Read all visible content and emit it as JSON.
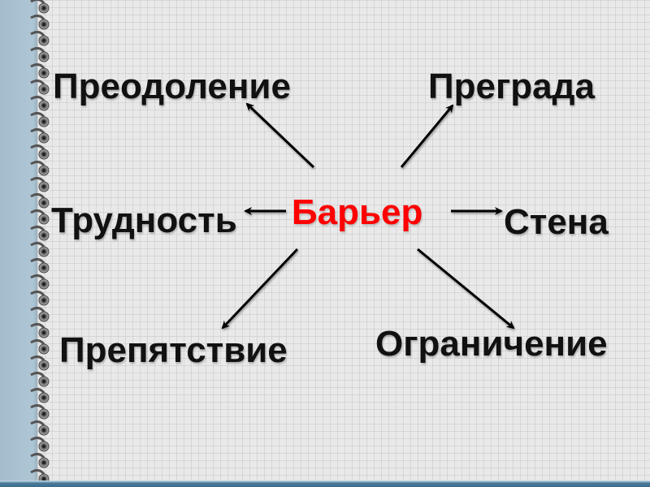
{
  "diagram": {
    "center": {
      "label": "Барьер",
      "color": "#ff0000"
    },
    "nodes": [
      {
        "id": "top-left",
        "label": "Преодоление"
      },
      {
        "id": "top-right",
        "label": "Преграда"
      },
      {
        "id": "left",
        "label": "Трудность"
      },
      {
        "id": "right",
        "label": "Стена"
      },
      {
        "id": "bottom-left",
        "label": "Препятствие"
      },
      {
        "id": "bottom-right",
        "label": "Ограничение"
      }
    ],
    "edges": [
      {
        "from": "center",
        "to": "top-left"
      },
      {
        "from": "center",
        "to": "top-right"
      },
      {
        "from": "center",
        "to": "left"
      },
      {
        "from": "center",
        "to": "right"
      },
      {
        "from": "center",
        "to": "bottom-left"
      },
      {
        "from": "center",
        "to": "bottom-right"
      }
    ]
  },
  "theme": {
    "background": "#e9e9e9",
    "side_strip": "#a9c3d3",
    "text_color": "#111111",
    "accent": "#ff0000"
  }
}
